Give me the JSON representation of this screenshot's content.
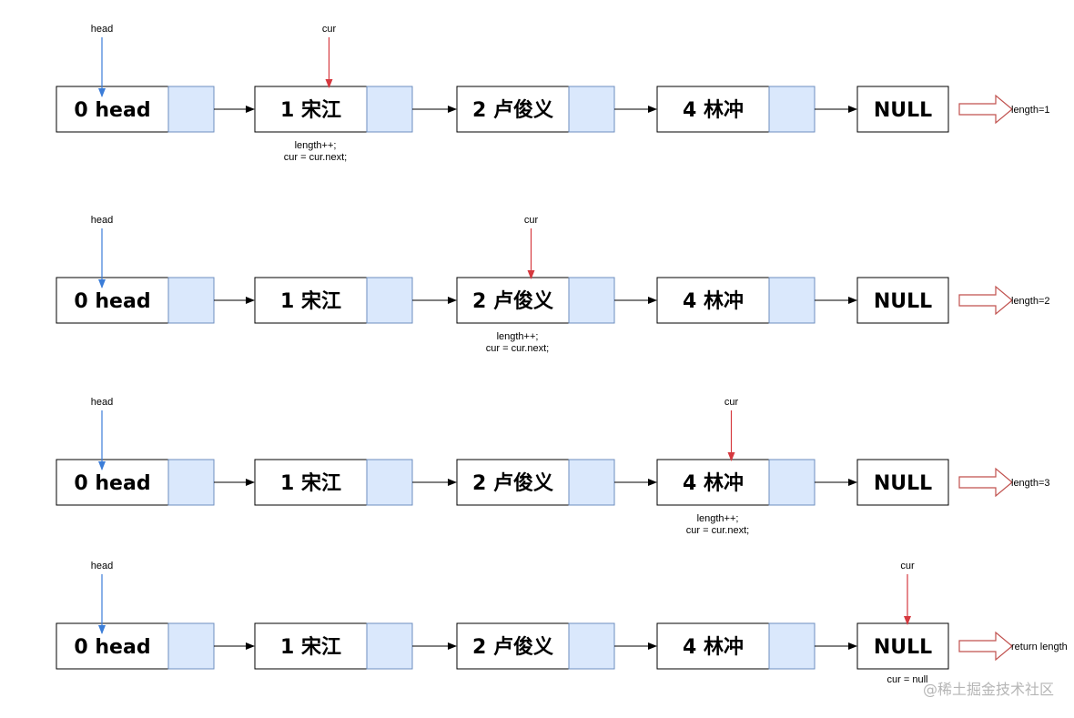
{
  "nodes": [
    "0 head",
    "1 宋江",
    "2 卢俊义",
    "4 林冲",
    "NULL"
  ],
  "head_label": "head",
  "cur_label": "cur",
  "step_note": [
    "length++;",
    "cur = cur.next;"
  ],
  "final_note": "cur = null",
  "rows": [
    {
      "cur_node": 1,
      "result": "length=1",
      "note": "step"
    },
    {
      "cur_node": 2,
      "result": "length=2",
      "note": "step"
    },
    {
      "cur_node": 3,
      "result": "length=3",
      "note": "step"
    },
    {
      "cur_node": 4,
      "result": "return length",
      "note": "final"
    }
  ],
  "watermark": "@稀土掘金技术社区",
  "colors": {
    "pointer_box": "#dae8fc",
    "pointer_border": "#6c8ebf",
    "head_arrow": "#3b7dd8",
    "cur_arrow": "#d6393f",
    "result_arrow": "#c0504d"
  }
}
